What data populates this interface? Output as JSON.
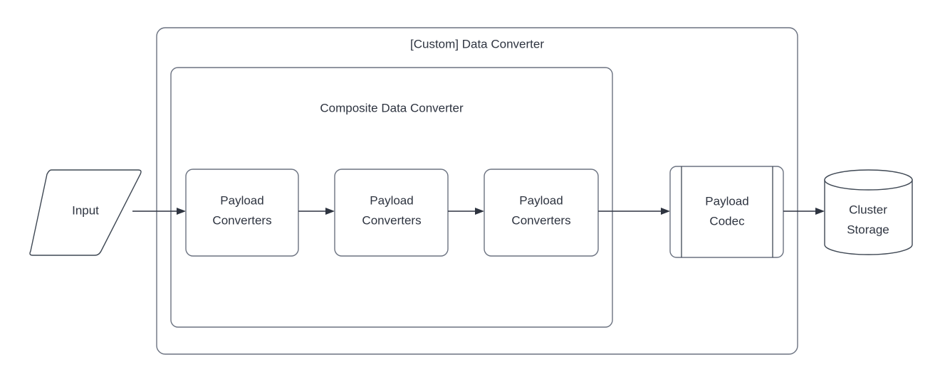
{
  "diagram": {
    "title": "[Custom] Data Converter",
    "background_color": "#ffffff",
    "stroke_color": "#6b7280",
    "text_color": "#2e3440",
    "containers": [
      {
        "id": "custom-data-converter",
        "label": "[Custom] Data Converter"
      },
      {
        "id": "composite-data-converter",
        "label": "Composite Data Converter"
      }
    ],
    "nodes": [
      {
        "id": "input",
        "shape": "parallelogram",
        "label": "Input"
      },
      {
        "id": "payload-converters-1",
        "shape": "rounded-rect",
        "label_line1": "Payload",
        "label_line2": "Converters"
      },
      {
        "id": "payload-converters-2",
        "shape": "rounded-rect",
        "label_line1": "Payload",
        "label_line2": "Converters"
      },
      {
        "id": "payload-converters-3",
        "shape": "rounded-rect",
        "label_line1": "Payload",
        "label_line2": "Converters"
      },
      {
        "id": "payload-codec",
        "shape": "process",
        "label_line1": "Payload",
        "label_line2": "Codec"
      },
      {
        "id": "cluster-storage",
        "shape": "cylinder",
        "label_line1": "Cluster",
        "label_line2": "Storage"
      }
    ],
    "connectors": [
      {
        "id": "input-to-pc1",
        "from": "input",
        "to": "payload-converters-1",
        "label": ""
      },
      {
        "id": "pc1-to-pc2",
        "from": "payload-converters-1",
        "to": "payload-converters-2",
        "label": ""
      },
      {
        "id": "pc2-to-pc3",
        "from": "payload-converters-2",
        "to": "payload-converters-3",
        "label": ""
      },
      {
        "id": "pc3-to-codec",
        "from": "payload-converters-3",
        "to": "payload-codec",
        "label": ""
      },
      {
        "id": "codec-to-storage",
        "from": "payload-codec",
        "to": "cluster-storage",
        "label": ""
      }
    ]
  }
}
